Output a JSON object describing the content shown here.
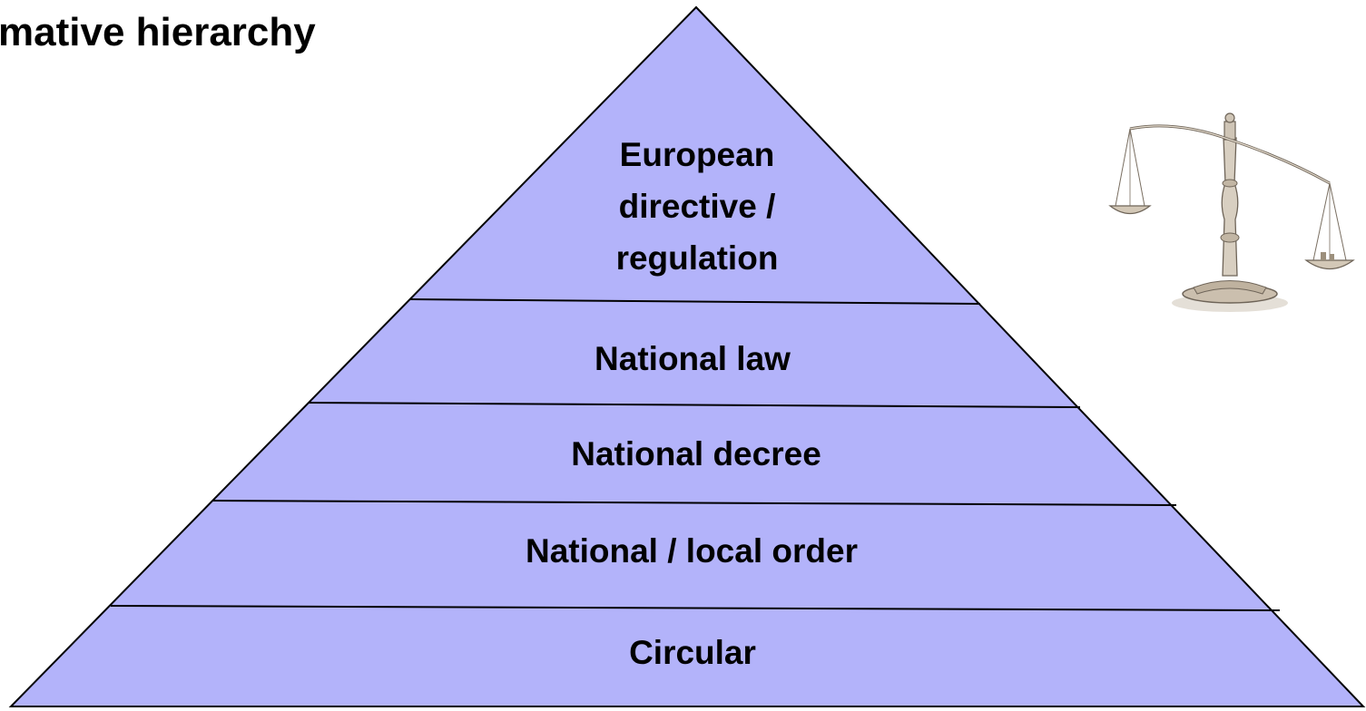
{
  "title": "mative hierarchy",
  "pyramid": {
    "fill_color": "#b3b3fa",
    "line_color": "#000000",
    "tiers": [
      {
        "label_lines": [
          "European",
          "directive /",
          "regulation"
        ]
      },
      {
        "label_lines": [
          "National law"
        ]
      },
      {
        "label_lines": [
          "National decree"
        ]
      },
      {
        "label_lines": [
          "National / local order"
        ]
      },
      {
        "label_lines": [
          "Circular"
        ]
      }
    ]
  },
  "illustration": {
    "icon": "scales-of-justice-icon"
  }
}
